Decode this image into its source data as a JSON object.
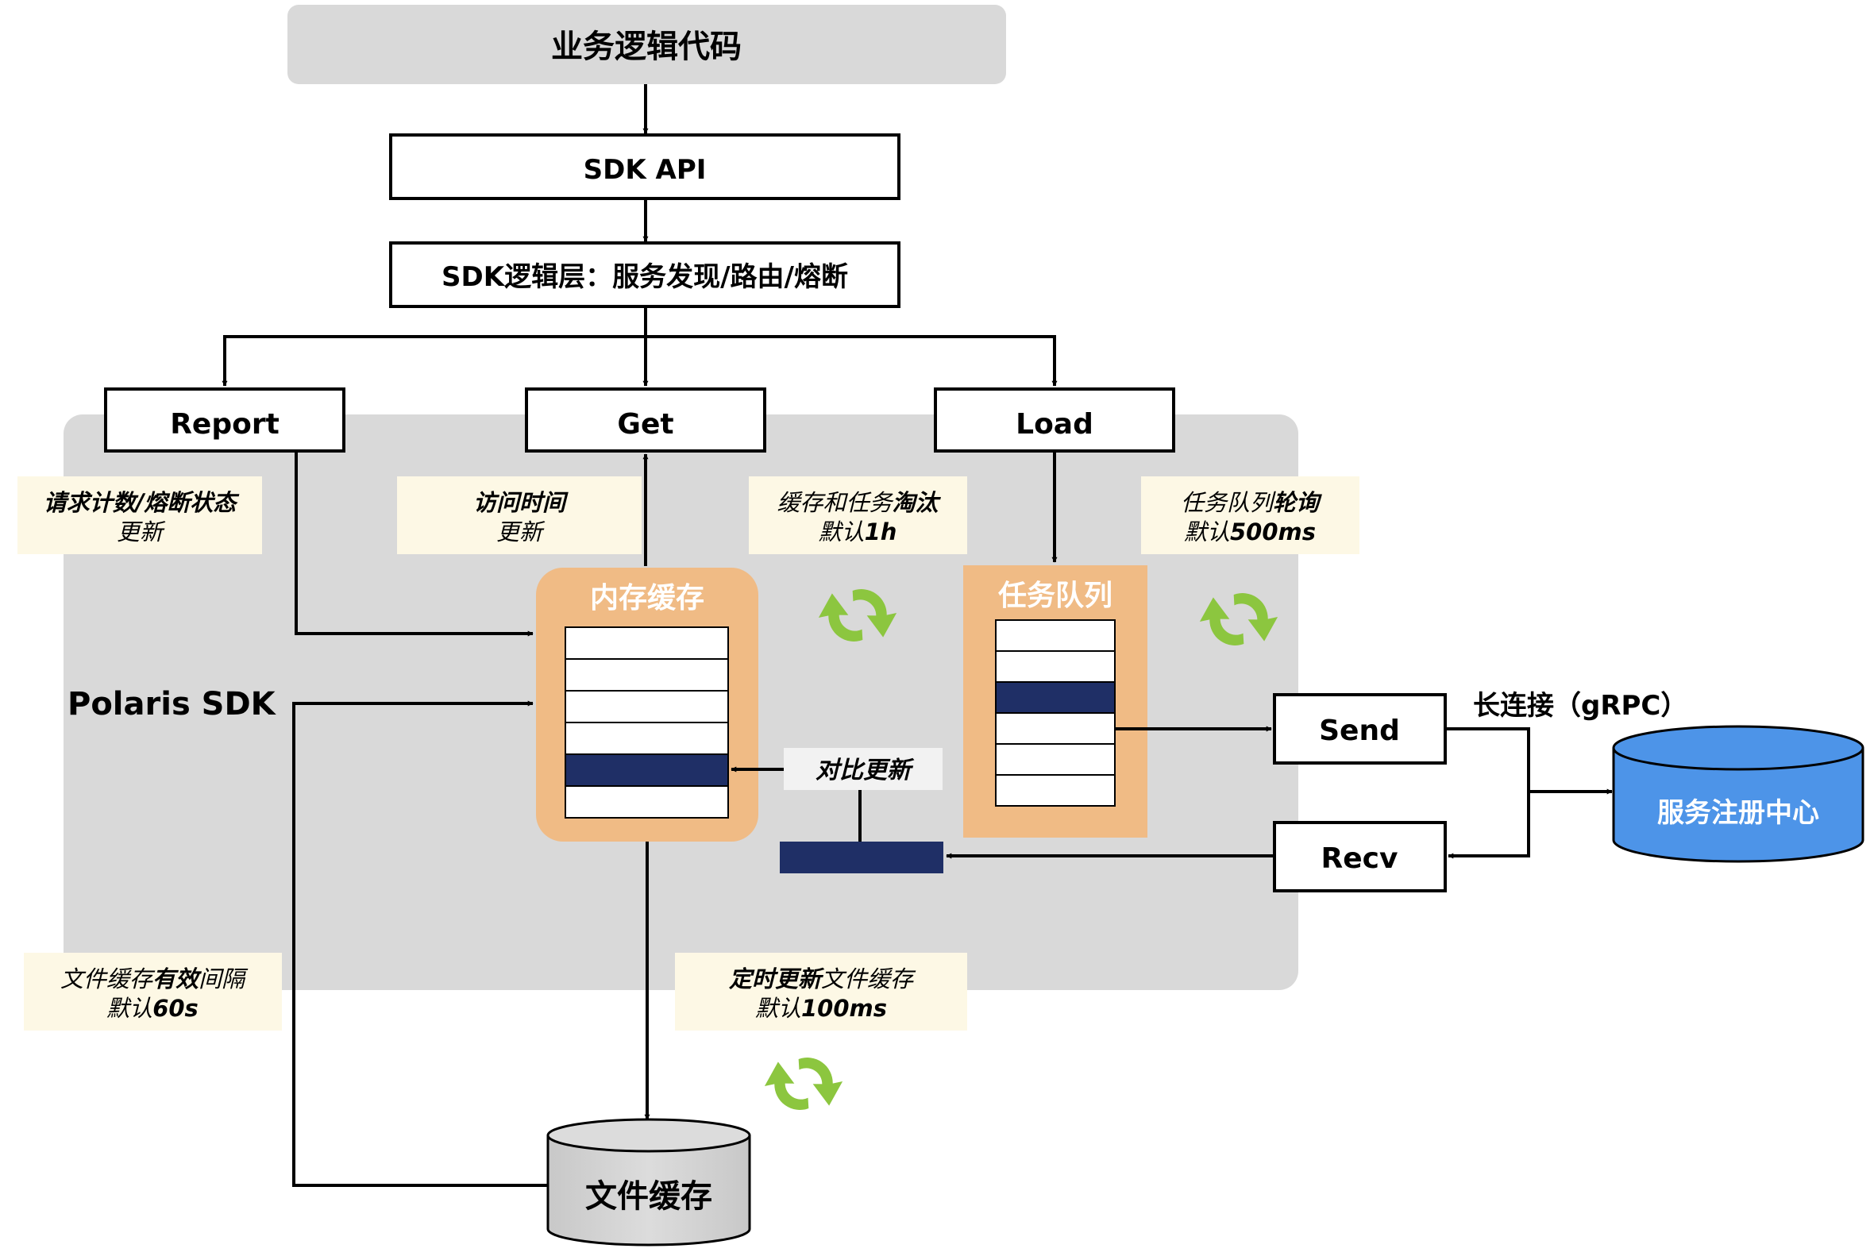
{
  "top_block": "业务逻辑代码",
  "sdk_api": "SDK API",
  "sdk_logic": "SDK逻辑层：服务发现/路由/熔断",
  "report": "Report",
  "get": "Get",
  "load": "Load",
  "polaris_sdk": "Polaris SDK",
  "memory_cache": "内存缓存",
  "task_queue": "任务队列",
  "compare_update": "对比更新",
  "send": "Send",
  "recv": "Recv",
  "long_conn": "长连接（gRPC）",
  "registry": "服务注册中心",
  "file_cache": "文件缓存",
  "notes": {
    "report": {
      "line1a": "请求计数/熔断状态",
      "line2": "更新"
    },
    "get": {
      "line1a": "访问时间",
      "line2": "更新"
    },
    "evict": {
      "line1a": "缓存和任务",
      "line1b": "淘汰",
      "line2a": "默认",
      "line2b": "1h"
    },
    "poll": {
      "line1a": "任务队列",
      "line1b": "轮询",
      "line2a": "默认",
      "line2b": "500ms"
    },
    "file_valid": {
      "line1a": "文件缓存",
      "line1b": "有效",
      "line1c": "间隔",
      "line2a": "默认",
      "line2b": "60s"
    },
    "timed": {
      "line1a": "定时更新",
      "line1b": "文件缓存",
      "line2a": "默认",
      "line2b": "100ms"
    }
  },
  "colors": {
    "sdk_bg": "#d9d9d9",
    "cache_orange": "#f0bb85",
    "navy": "#1f2f66",
    "note_bg": "#fdf8e5",
    "registry_blue": "#4d94e8",
    "cycle_green": "#8cc63f"
  },
  "icons": [
    "refresh-cycle-icon",
    "refresh-cycle-icon",
    "refresh-cycle-icon"
  ]
}
